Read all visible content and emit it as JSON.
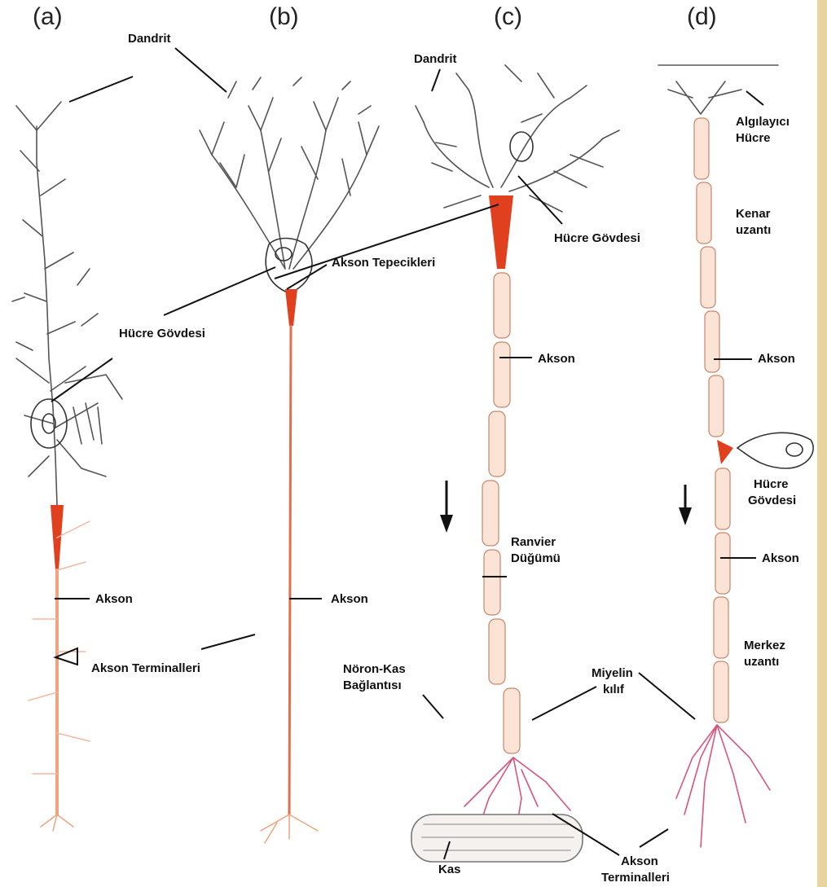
{
  "panels": {
    "a": "(a)",
    "b": "(b)",
    "c": "(c)",
    "d": "(d)"
  },
  "labels": {
    "dandrit_a": "Dandrit",
    "hucre_govdesi_a": "Hücre Gövdesi",
    "akson_a": "Akson",
    "akson_terminalleri_a": "Akson Terminalleri",
    "akson_tepecikleri_b": "Akson Tepecikleri",
    "akson_b": "Akson",
    "dandrit_c": "Dandrit",
    "hucre_govdesi_c": "Hücre Gövdesi",
    "akson_c": "Akson",
    "ranvier_line1": "Ranvier",
    "ranvier_line2": "Düğümü",
    "noron_kas_line1": "Nöron-Kas",
    "noron_kas_line2": "Bağlantısı",
    "kas": "Kas",
    "miyelin_line1": "Miyelin",
    "miyelin_line2": "kılıf",
    "terminalleri_c_line1": "Akson",
    "terminalleri_c_line2": "Terminalleri",
    "algilayici_line1": "Algılayıcı",
    "algilayici_line2": "Hücre",
    "kenar_line1": "Kenar",
    "kenar_line2": "uzantı",
    "akson_d_top": "Akson",
    "hucre_govdesi_d_line1": "Hücre",
    "hucre_govdesi_d_line2": "Gövdesi",
    "akson_d_bottom": "Akson",
    "merkez_line1": "Merkez",
    "merkez_line2": "uzantı"
  },
  "colors": {
    "axon_hillock": "#e0401e",
    "axon": "#f0a37f",
    "myelin": "#f3c9b3",
    "line": "#111111",
    "page_edge": "#e7d49e"
  }
}
